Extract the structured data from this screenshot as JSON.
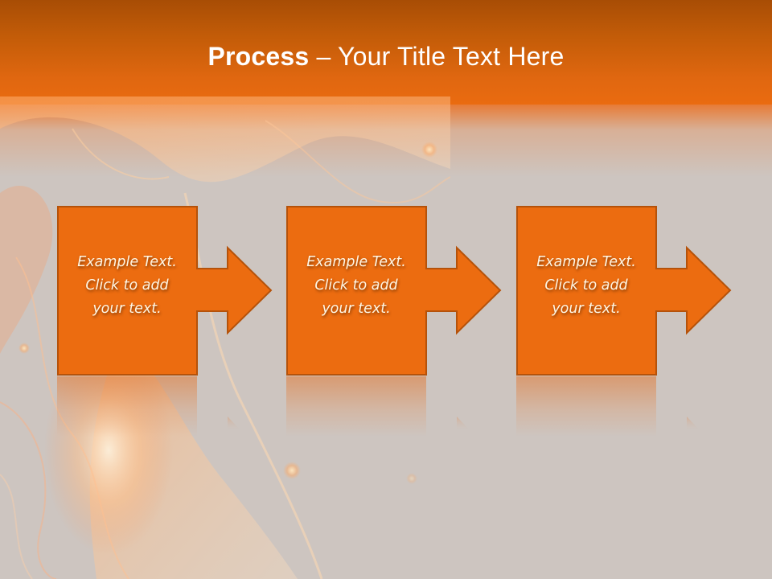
{
  "slide": {
    "title_bold": "Process",
    "title_rest": " – Your Title Text Here",
    "colors": {
      "header_top": "#a84d05",
      "header_bottom": "#ea6b10",
      "background": "#cdc5c0",
      "shape_fill": "#ec6c10",
      "shape_border": "#b5520a",
      "text": "#fff6e4"
    }
  },
  "steps": [
    {
      "line1": "Example Text.",
      "line2": "Click  to add",
      "line3": "your text."
    },
    {
      "line1": "Example Text.",
      "line2": "Click  to add",
      "line3": "your text."
    },
    {
      "line1": "Example Text.",
      "line2": "Click  to add",
      "line3": "your text."
    }
  ]
}
